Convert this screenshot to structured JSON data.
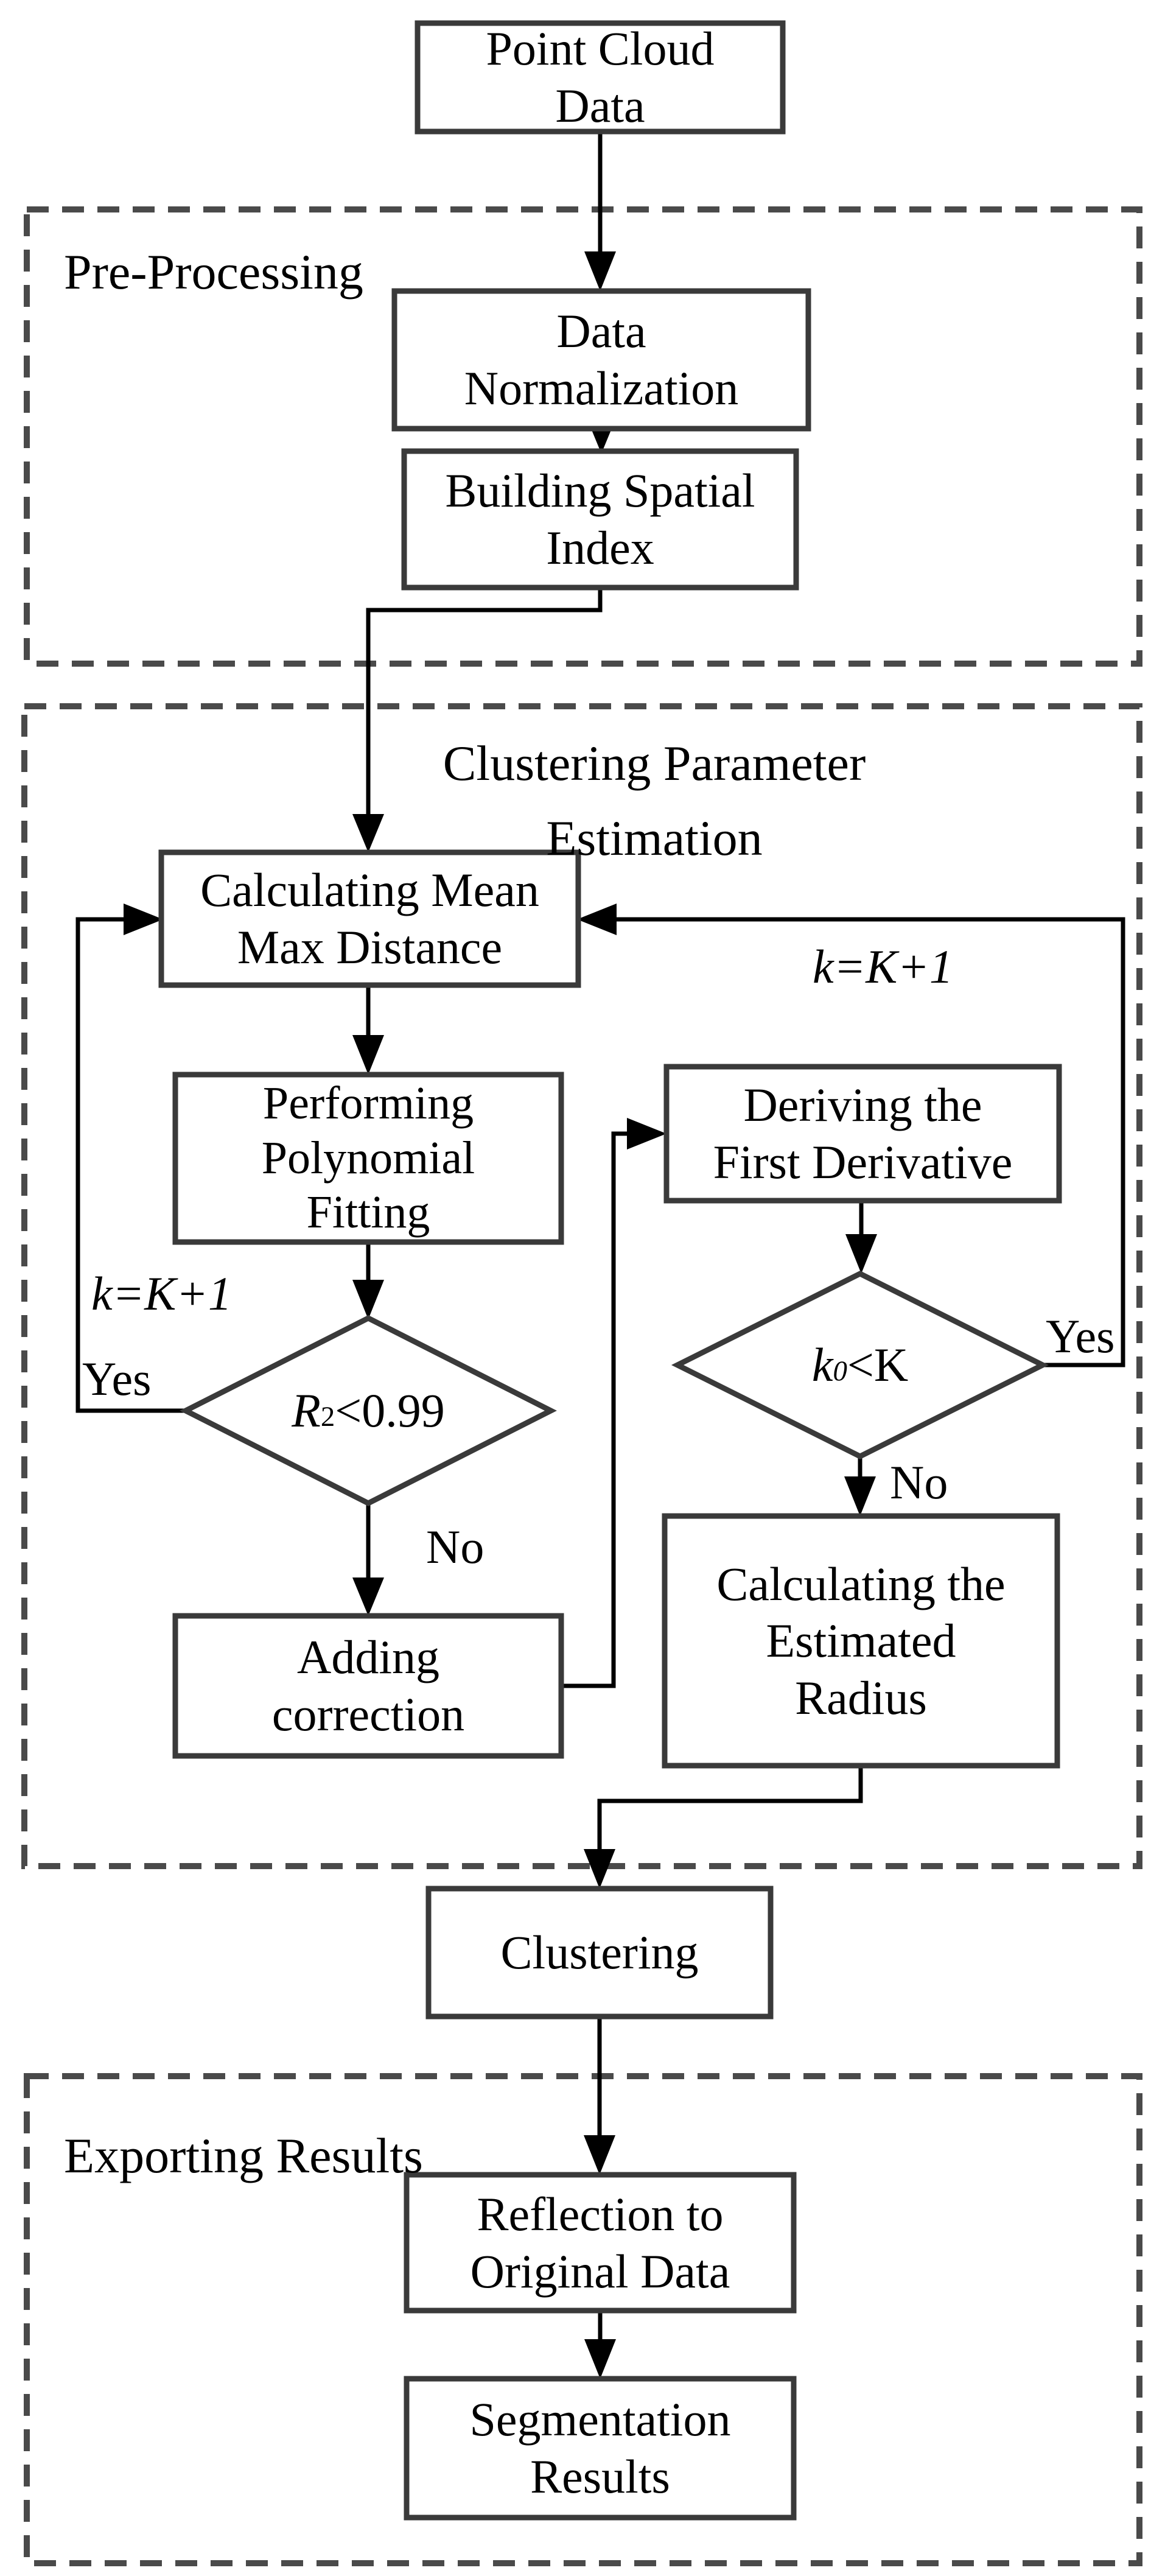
{
  "colors": {
    "background": "#ffffff",
    "box_border": "#3a3a3a",
    "dashed_border": "#4a4a4a",
    "connector_line": "#000000",
    "text": "#000000"
  },
  "sections": {
    "pre_processing": {
      "label": "Pre-Processing"
    },
    "clustering_estimation": {
      "label_line1": "Clustering Parameter",
      "label_line2": "Estimation"
    },
    "exporting": {
      "label": "Exporting Results"
    }
  },
  "nodes": {
    "point_cloud": {
      "line1": "Point Cloud",
      "line2": "Data"
    },
    "data_norm": {
      "line1": "Data",
      "line2": "Normalization"
    },
    "spatial_index": {
      "line1": "Building Spatial",
      "line2": "Index"
    },
    "calc_mean_max": {
      "line1": "Calculating Mean",
      "line2": "Max Distance"
    },
    "poly_fit": {
      "line1": "Performing",
      "line2": "Polynomial",
      "line3": "Fitting"
    },
    "deriving": {
      "line1": "Deriving the",
      "line2": "First Derivative"
    },
    "r2_decision": {
      "var": "R",
      "sub": "2",
      "cond": "<0.99"
    },
    "k0_decision": {
      "var": "k",
      "sub": "0",
      "cond": "<K"
    },
    "adding_correction": {
      "line1": "Adding",
      "line2": "correction"
    },
    "est_radius": {
      "line1": "Calculating the",
      "line2": "Estimated",
      "line3": "Radius"
    },
    "clustering": {
      "line1": "Clustering"
    },
    "reflection": {
      "line1": "Reflection to",
      "line2": "Original Data"
    },
    "segmentation": {
      "line1": "Segmentation",
      "line2": "Results"
    }
  },
  "edge_labels": {
    "k_update_left": "k=K+1",
    "k_update_right": "k=K+1",
    "yes_left": "Yes",
    "yes_right": "Yes",
    "no_left": "No",
    "no_right": "No"
  }
}
